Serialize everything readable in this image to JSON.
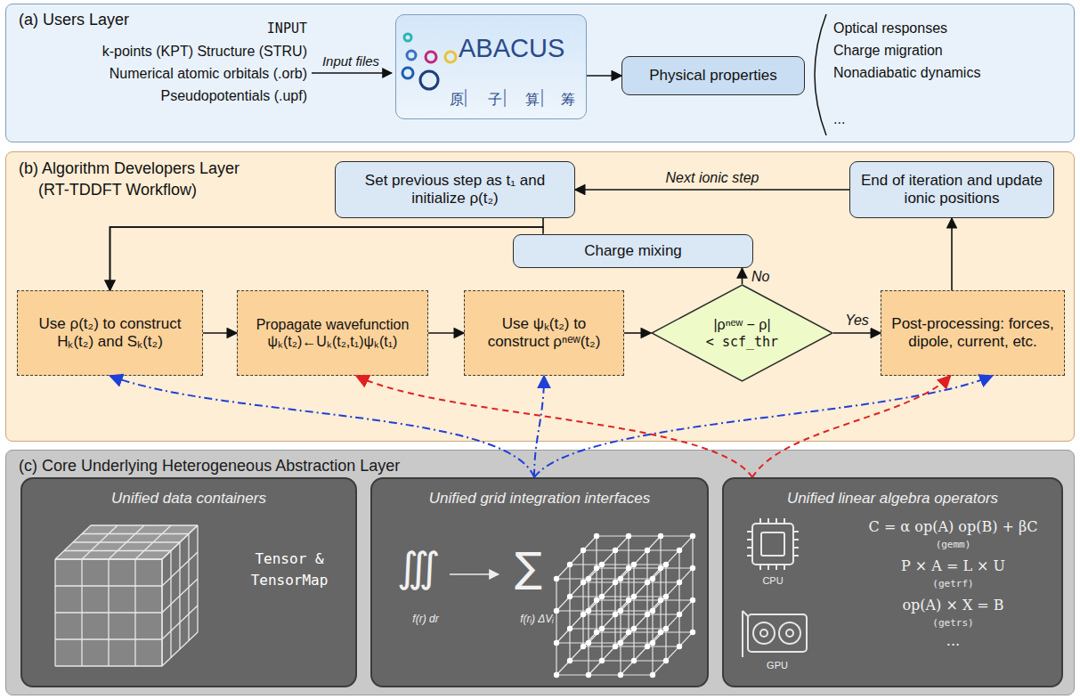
{
  "diagram": {
    "nodes": [
      {
        "text": [
          "(a) Users Layer"
        ]
      },
      {
        "text": [
          "ABACUS",
          "原",
          "子",
          "算",
          "筹"
        ],
        "in": 0
      },
      {
        "text": [
          "Physical properties"
        ],
        "in": 0
      },
      {
        "text": [
          "(b) Algorithm Developers Layer",
          "(RT-TDDFT Workflow)"
        ]
      },
      {
        "text": [
          "Set previous step as t₁ and initialize ρ(t₂)"
        ],
        "in": 3
      },
      {
        "text": [
          "End of iteration and update ionic positions"
        ],
        "in": 3
      },
      {
        "text": [
          "Charge mixing"
        ],
        "in": 3
      },
      {
        "text": [
          "Use ρ(t₂) to construct Hₖ(t₂) and Sₖ(t₂)"
        ],
        "in": 3
      },
      {
        "text": [
          "Propagate wavefunction ψₖ(t₂)←Uₖ(t₂,t₁)ψₖ(t₁)"
        ],
        "in": 3
      },
      {
        "text": [
          "Use ψₖ(t₂) to construct ρⁿᵉʷ(t₂)"
        ],
        "in": 3
      },
      {
        "text": [
          "|ρⁿᵉʷ − ρ|",
          "< scf_thr"
        ],
        "in": 3
      },
      {
        "text": [
          "Post-processing: forces, dipole, current, etc."
        ],
        "in": 3
      },
      {
        "text": [
          "(c) Core Underlying Heterogeneous Abstraction Layer"
        ]
      },
      {
        "text": [
          "Unified data containers",
          "Tensor & TensorMap"
        ],
        "in": 12
      },
      {
        "text": [
          "Unified grid integration interfaces",
          "∭",
          "∑",
          "f(r) dr",
          "f(rᵢ) ΔVᵢ"
        ],
        "in": 12
      },
      {
        "text": [
          "Unified linear algebra operators",
          "C = α op(A) op(B) + βC",
          "(gemm)",
          "P × A = L × U",
          "(getrf)",
          "op(A) × X = B",
          "(getrs)",
          "...",
          "CPU",
          "GPU"
        ],
        "in": 12
      }
    ],
    "edges": [
      {
        "from": 1,
        "to": 2,
        "arrow": "to"
      },
      {
        "from": 4,
        "to": 7,
        "arrow": "to"
      },
      {
        "from": 6,
        "to": 7,
        "arrow": "to"
      },
      {
        "from": 7,
        "to": 8,
        "arrow": "to"
      },
      {
        "from": 8,
        "to": 9,
        "arrow": "to"
      },
      {
        "from": 9,
        "to": 10,
        "arrow": "to"
      },
      {
        "from": 10,
        "to": 6,
        "label": "No",
        "arrow": "to"
      },
      {
        "from": 10,
        "to": 11,
        "label": "Yes",
        "arrow": "to"
      },
      {
        "from": 11,
        "to": 5,
        "arrow": "to"
      },
      {
        "from": 5,
        "to": 4,
        "label": "Next ionic step",
        "arrow": "to"
      },
      {
        "from": 14,
        "to": 7,
        "arrow": "to"
      },
      {
        "from": 14,
        "to": 9,
        "arrow": "to"
      },
      {
        "from": 14,
        "to": 11,
        "arrow": "to"
      },
      {
        "from": 15,
        "to": 8,
        "arrow": "to"
      },
      {
        "from": 15,
        "to": 11,
        "arrow": "to"
      }
    ],
    "labels": [
      "INPUT",
      "k-points (KPT) Structure (STRU)",
      "Numerical atomic orbitals (.orb)",
      "Pseudopotentials (.upf)",
      "Input files",
      "Optical responses",
      "Charge migration",
      "Nonadiabatic dynamics",
      "..."
    ]
  }
}
